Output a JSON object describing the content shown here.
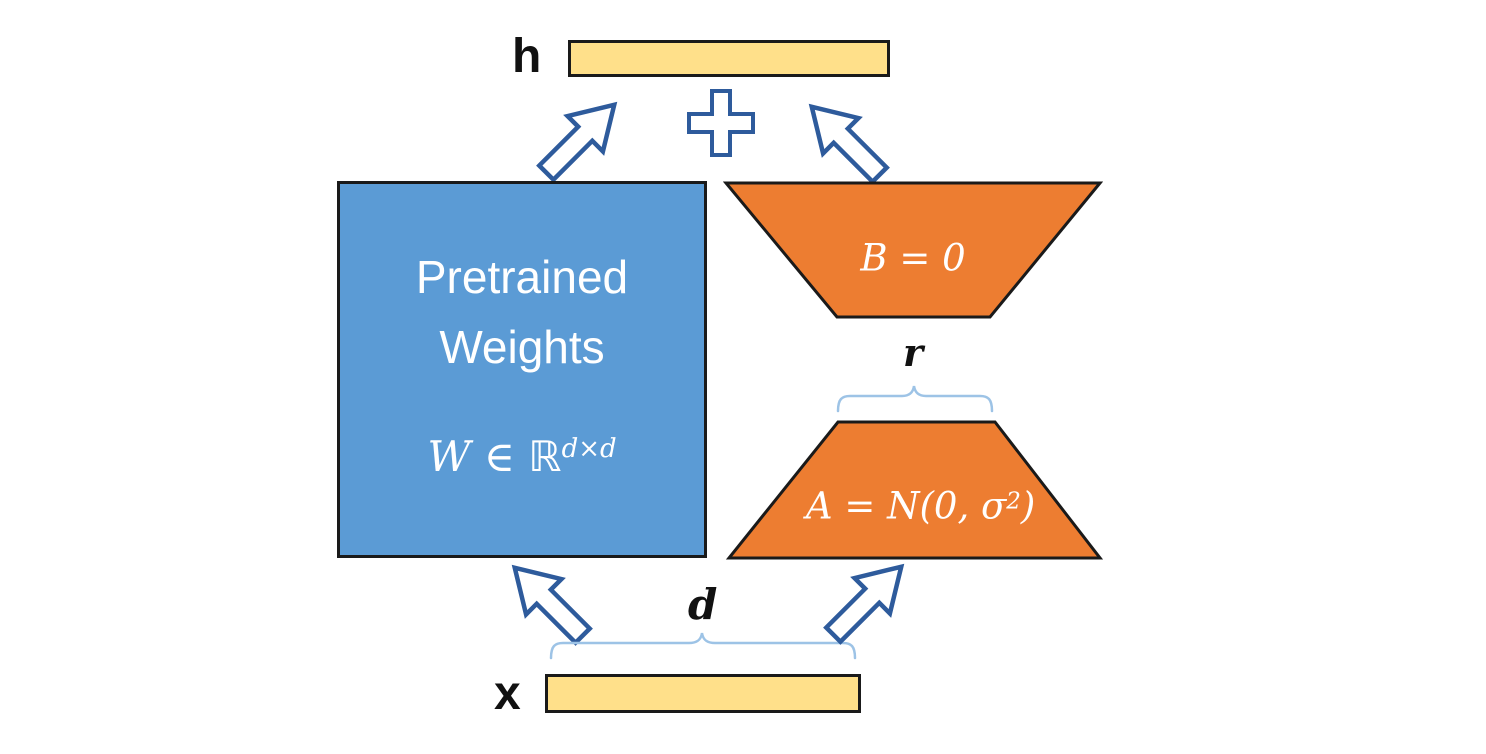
{
  "colors": {
    "background": "#FFFFFF",
    "pretrained-blue": "#5B9BD5",
    "lora-orange": "#ED7D31",
    "vector-yellow": "#FFE08A",
    "arrow-blue": "#2E5B9C",
    "brace-blue": "#9DC3E6",
    "shape-border": "#1A1A1A",
    "text-dark": "#111111",
    "text-light": "#FFFFFF"
  },
  "diagram": {
    "output_vector": {
      "label": "h"
    },
    "plus_operator": "+",
    "pretrained_box": {
      "title_line1": "Pretrained",
      "title_line2": "Weights",
      "formula_base": "W ∈ ℝ",
      "formula_exponent": "d×d"
    },
    "b_trapezoid": {
      "formula": "B = 0"
    },
    "rank_dimension": {
      "label": "r"
    },
    "a_trapezoid": {
      "formula_prefix": "A = ",
      "formula_dist": "N",
      "formula_open": "(0, σ",
      "formula_exponent": "2",
      "formula_close": ")"
    },
    "input_dimension": {
      "label": "d"
    },
    "input_vector": {
      "label": "x"
    }
  }
}
